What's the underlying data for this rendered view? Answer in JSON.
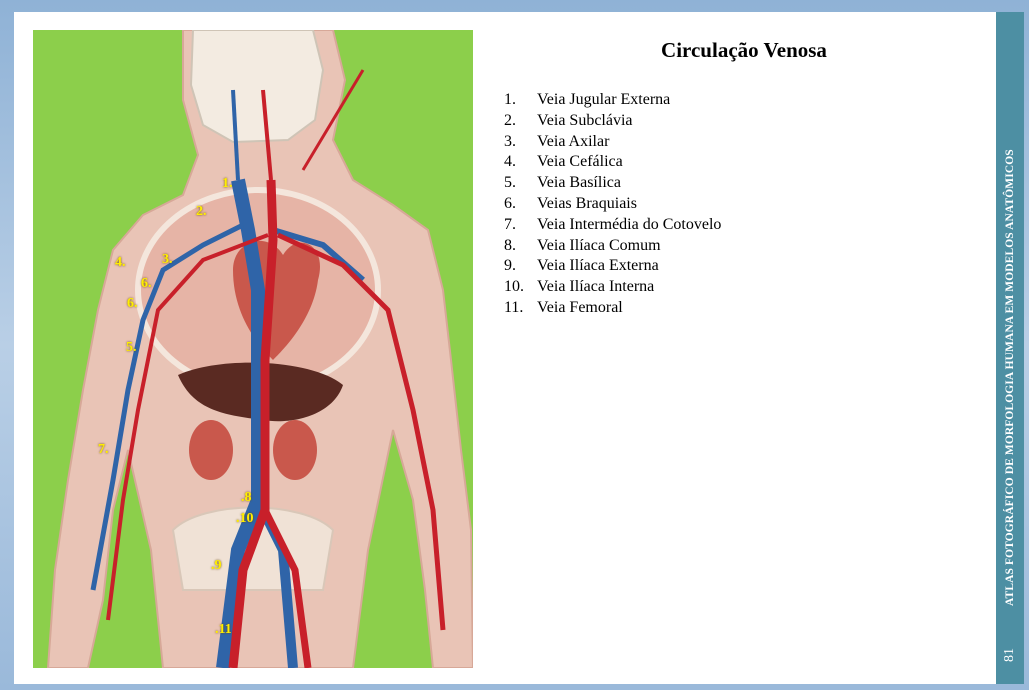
{
  "title": "Circulação Venosa",
  "items": [
    {
      "n": "1.",
      "label": "Veia Jugular Externa"
    },
    {
      "n": "2.",
      "label": "Veia Subclávia"
    },
    {
      "n": "3.",
      "label": "Veia Axilar"
    },
    {
      "n": "4.",
      "label": "Veia Cefálica"
    },
    {
      "n": "5.",
      "label": "Veia Basílica"
    },
    {
      "n": "6.",
      "label": "Veias Braquiais"
    },
    {
      "n": "7.",
      "label": "Veia Intermédia do Cotovelo"
    },
    {
      "n": "8.",
      "label": "Veia Ilíaca Comum"
    },
    {
      "n": "9.",
      "label": "Veia Ilíaca Externa"
    },
    {
      "n": "10.",
      "label": "Veia Ilíaca Interna"
    },
    {
      "n": "11.",
      "label": "Veia Femoral"
    }
  ],
  "markers": [
    "1.",
    "2.",
    "3.",
    "4.",
    "6.",
    "6.",
    "5.",
    "7.",
    ".8",
    ".10",
    ".9",
    ".11"
  ],
  "sidebar_text": "ATLAS FOTOGRÁFICO DE MORFOLOGIA HUMANA EM MODELOS ANATÔMICOS",
  "page_number": "81",
  "colors": {
    "background": "#8ccf4b",
    "sidebar": "#4d8fa3",
    "marker": "#ffee00",
    "vein": "#2f64a8",
    "artery": "#c8202a"
  }
}
